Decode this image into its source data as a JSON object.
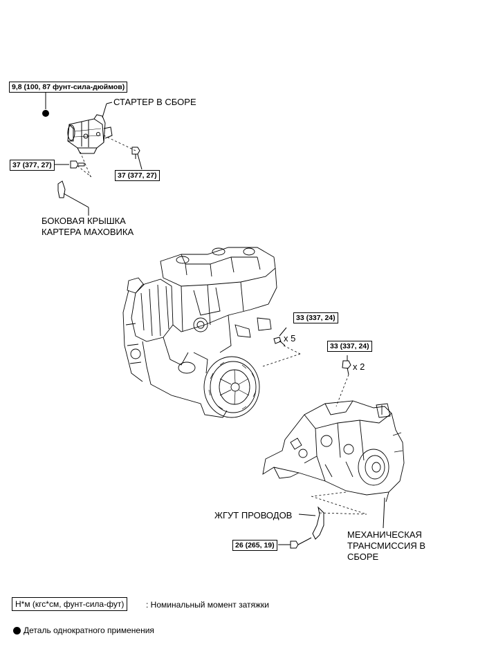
{
  "torques": {
    "starter_nut": "9,8 (100, 87 фунт-сила-дюймов)",
    "starter_bolt_left": "37 (377, 27)",
    "starter_bolt_right": "37 (377, 27)",
    "engine_bolts": "33 (337, 24)",
    "trans_bolts": "33 (337, 24)",
    "harness_bolt": "26 (265, 19)"
  },
  "quantities": {
    "engine_bolts": "x 5",
    "trans_bolts": "x 2"
  },
  "parts": {
    "starter": "СТАРТЕР В СБОРЕ",
    "flywheel_cover_line1": "БОКОВАЯ КРЫШКА",
    "flywheel_cover_line2": "КАРТЕРА МАХОВИКА",
    "harness": "ЖГУТ ПРОВОДОВ",
    "transmission_line1": "МЕХАНИЧЕСКАЯ",
    "transmission_line2": "ТРАНСМИССИЯ В",
    "transmission_line3": "СБОРЕ"
  },
  "legend": {
    "unit_box": "Н*м (кгс*см, фунт-сила-фут)",
    "unit_desc": ": Номинальный момент затяжки",
    "one_time": "Деталь однократного применения"
  }
}
